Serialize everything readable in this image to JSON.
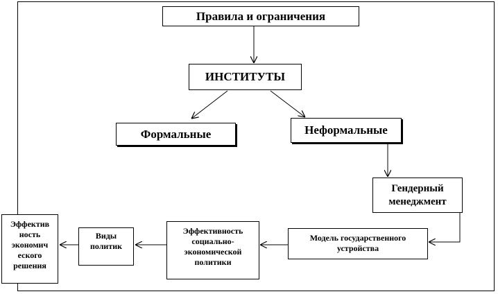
{
  "nodes": {
    "rules": "Правила и ограничения",
    "institutions": "ИНСТИТУТЫ",
    "formal": "Формальные",
    "informal": "Неформальные",
    "gender": "Гендерный менеджмент",
    "state_model": "Модель государственного устройства",
    "socio_econ": "Эффективность социально-экономической политики",
    "policy_types": "Виды политик",
    "econ_decision": "Эффектив ность экономич еского решения"
  }
}
